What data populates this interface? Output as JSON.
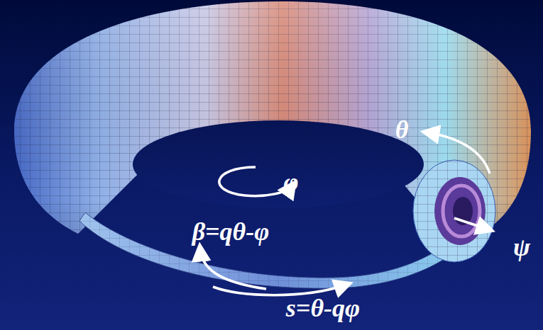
{
  "diagram": {
    "labels": [
      "θ",
      "φ",
      "β=qθ-φ",
      "s=θ-qφ",
      "ψ"
    ]
  }
}
